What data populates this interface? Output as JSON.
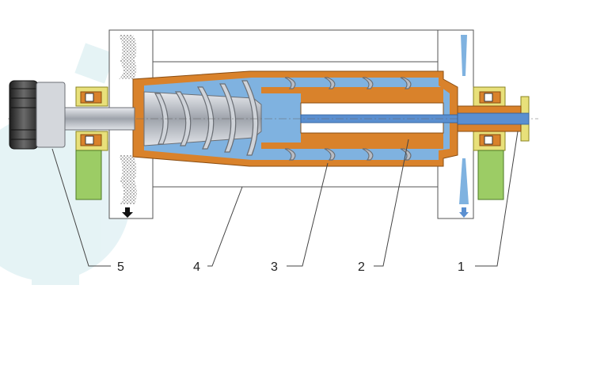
{
  "diagram": {
    "callouts": [
      {
        "id": "1",
        "text": "1"
      },
      {
        "id": "2",
        "text": "2"
      },
      {
        "id": "3",
        "text": "3"
      },
      {
        "id": "4",
        "text": "4"
      },
      {
        "id": "5",
        "text": "5"
      }
    ],
    "colors": {
      "housing_outline": "#555555",
      "bowl_copper": "#d9822b",
      "liquid": "#7fb2e0",
      "screw_metal": "#b8bcc4",
      "bearing_yellow": "#e8e07a",
      "motor_green": "#9ccc65",
      "feed_tube": "#5a8fd0",
      "solids_dots": "#3a3a3a",
      "pulley_dark": "#2f2f2f",
      "leader_line": "#444444",
      "gear_watermark": "#dff0f3"
    }
  }
}
